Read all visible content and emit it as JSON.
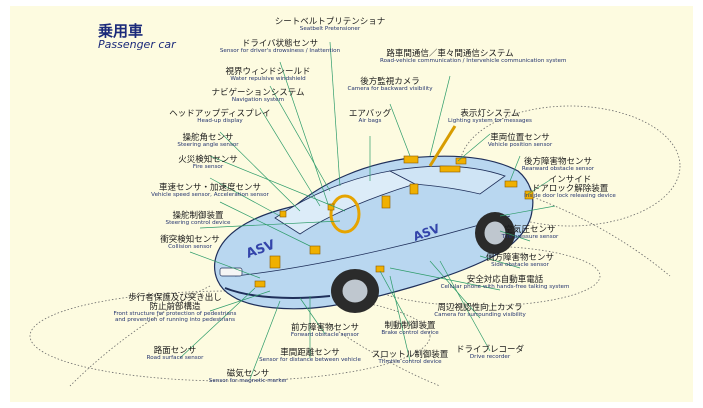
{
  "title": "乗用車",
  "subtitle": "Passenger car",
  "colors": {
    "background": "#fdfbe0",
    "car_body": "#b9d7f0",
    "leader_line": "#2e9c6a",
    "device": "#f0b000"
  },
  "car_badge": "ASV",
  "labels": [
    {
      "ja": "シートベルトプリテンショナ",
      "en": "Seatbelt Pretensioner"
    },
    {
      "ja": "ドライバ状態センサ",
      "en": "Sensor for driver's drowsiness / Inattention"
    },
    {
      "ja": "路車間通信／車々間通信システム",
      "en": "Road-vehicle communication / Intervehicle communication system"
    },
    {
      "ja": "視界ウィンドシールド",
      "en": "Water repulsive windshield"
    },
    {
      "ja": "後方監視カメラ",
      "en": "Camera for backward visibility"
    },
    {
      "ja": "ナビゲーションシステム",
      "en": "Navigation system"
    },
    {
      "ja": "ヘッドアップディスプレイ",
      "en": "Head-up display"
    },
    {
      "ja": "エアバッグ",
      "en": "Air bags"
    },
    {
      "ja": "表示灯システム",
      "en": "Lighting system for messages"
    },
    {
      "ja": "操舵角センサ",
      "en": "Steering angle sensor"
    },
    {
      "ja": "車両位置センサ",
      "en": "Vehicle position sensor"
    },
    {
      "ja": "火災検知センサ",
      "en": "Fire sensor"
    },
    {
      "ja": "後方障害物センサ",
      "en": "Rearward obstacle sensor"
    },
    {
      "ja": "インサイド\nドアロック解除装置",
      "en": "Inside door lock releasing device"
    },
    {
      "ja": "車速センサ・加速度センサ",
      "en": "Vehicle speed sensor, Acceleration sensor"
    },
    {
      "ja": "操舵制御装置",
      "en": "Steering control device"
    },
    {
      "ja": "空気圧センサ",
      "en": "Tire pressure sensor"
    },
    {
      "ja": "衝突検知センサ",
      "en": "Collision sensor"
    },
    {
      "ja": "側方障害物センサ",
      "en": "Side obstacle sensor"
    },
    {
      "ja": "安全対応自動車電話",
      "en": "Cellular phone with hands-free talking system"
    },
    {
      "ja": "歩行者保護及び突き出し\n防止前部構造",
      "en": "Front structure for protection of pedestrians\nand prevention of running into pedestrians"
    },
    {
      "ja": "周辺視認性向上カメラ",
      "en": "Camera for surrounding visibility"
    },
    {
      "ja": "前方障害物センサ",
      "en": "Forward obstacle sensor"
    },
    {
      "ja": "制動制御装置",
      "en": "Brake control device"
    },
    {
      "ja": "路面センサ",
      "en": "Road surface sensor"
    },
    {
      "ja": "車間距離センサ",
      "en": "Sensor for distance between vehicle"
    },
    {
      "ja": "スロットル制御装置",
      "en": "Throttle control device"
    },
    {
      "ja": "ドライブレコーダ",
      "en": "Drive recorder"
    },
    {
      "ja": "磁気センサ",
      "en": "Sensor for magnetic marker"
    }
  ]
}
